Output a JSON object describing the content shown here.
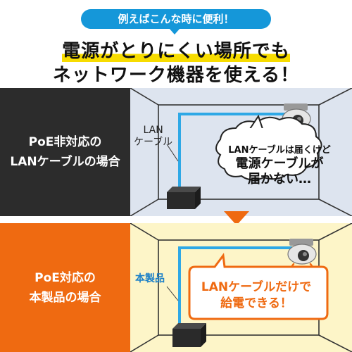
{
  "header": {
    "pill_label": "例えばこんな時に便利！",
    "headline_1": "電源がとりにくい場所でも",
    "headline_2": "ネットワーク機器を使える！"
  },
  "panel_non_poe": {
    "side_line1": "PoE非対応の",
    "side_line2": "LANケーブルの場合",
    "cable_label_1": "LAN",
    "cable_label_2": "ケーブル",
    "bubble_line1": "LANケーブルは届くけど",
    "bubble_line2": "電源ケーブルが",
    "bubble_line3": "届かない…"
  },
  "panel_poe": {
    "side_line1": "PoE対応の",
    "side_line2": "本製品の場合",
    "product_label": "本製品",
    "bubble_line1": "LANケーブルだけで",
    "bubble_line2": "給電できる！"
  },
  "colors": {
    "accent_blue": "#1597d9",
    "accent_orange": "#ef6a11",
    "dark_panel": "#2c2c2c",
    "highlight_yellow": "#f7dc00",
    "cable_blue": "#2ea8e6"
  },
  "icons": [
    "camera-icon",
    "water-drop-icon",
    "alert-spark-icon",
    "network-device-icon"
  ]
}
